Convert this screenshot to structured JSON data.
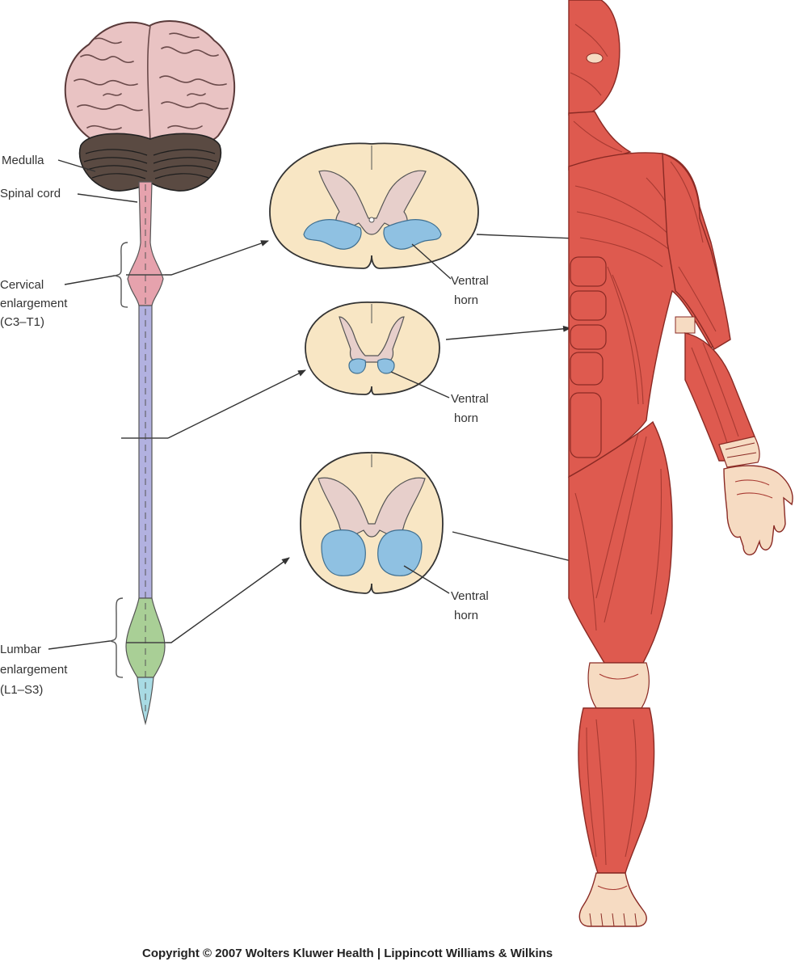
{
  "labels": {
    "medulla": "Medulla",
    "spinal_cord": "Spinal cord",
    "cervical": [
      "Cervical",
      "enlargement",
      "(C3–T1)"
    ],
    "lumbar": [
      "Lumbar",
      "enlargement",
      "(L1–S3)"
    ],
    "ventral_horn": [
      "Ventral",
      "horn"
    ]
  },
  "copyright": "Copyright © 2007 Wolters Kluwer Health | Lippincott Williams & Wilkins",
  "colors": {
    "brain": "#e9c3c3",
    "cerebellum": "#5a4a42",
    "cord_cervical": "#e6a2ad",
    "cord_thoracic": "#b2b1e0",
    "cord_lumbar": "#a9cf96",
    "cord_sacral": "#a8dbe4",
    "cross_section": "#f8e6c4",
    "grey_matter": "#e7cfcb",
    "ventral_horn": "#8fc1e2",
    "muscle": "#de5a4f",
    "skin": "#f6dbc2"
  }
}
